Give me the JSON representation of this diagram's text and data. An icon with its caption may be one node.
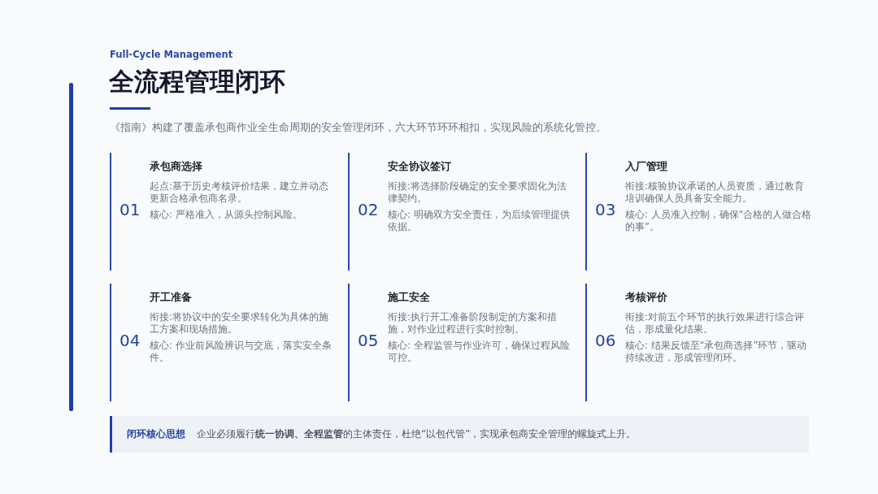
{
  "diagram": {
    "title": "全流程管理闭环",
    "labels": [
      "Full-Cycle Management",
      "《指南》构建了覆盖承包商作业全生命周期的安全管理闭环，六大环节环环相扣，实现风险的系统化管控。"
    ],
    "nodes": [
      {
        "text": [
          "01",
          "承包商选择",
          "起点:基于历史考核评价结果，建立并动态更新合格承包商名录。",
          "核心: 严格准入，从源头控制风险。"
        ]
      },
      {
        "text": [
          "02",
          "安全协议签订",
          "衔接:将选择阶段确定的安全要求固化为法律契约。",
          "核心: 明确双方安全责任，为后续管理提供依据。"
        ]
      },
      {
        "text": [
          "03",
          "入厂管理",
          "衔接:核验协议承诺的人员资质，通过教育培训确保人员具备安全能力。",
          "核心: 人员准入控制，确保“合格的人做合格的事”。"
        ]
      },
      {
        "text": [
          "04",
          "开工准备",
          "衔接:将协议中的安全要求转化为具体的施工方案和现场措施。",
          "核心: 作业前风险辨识与交底，落实安全条件。"
        ]
      },
      {
        "text": [
          "05",
          "施工安全",
          "衔接:执行开工准备阶段制定的方案和措施，对作业过程进行实时控制。",
          "核心: 全程监管与作业许可，确保过程风险可控。"
        ]
      },
      {
        "text": [
          "06",
          "考核评价",
          "衔接:对前五个环节的执行效果进行综合评估，形成量化结果。",
          "核心: 结果反馈至“承包商选择”环节，驱动持续改进，形成管理闭环。"
        ]
      },
      {
        "text": [
          "闭环核心思想",
          "企业必须履行**统一协调、全程监管**的主体责任，杜绝“以包代管”，实现承包商安全管理的螺旋式上升。"
        ]
      }
    ]
  }
}
